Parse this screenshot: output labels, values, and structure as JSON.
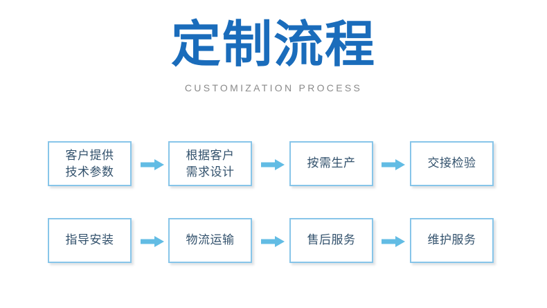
{
  "header": {
    "title": "定制流程",
    "subtitle": "CUSTOMIZATION PROCESS",
    "title_color": "#1a6cbb",
    "subtitle_color": "#8a8a8a"
  },
  "theme": {
    "background": "#ffffff",
    "box_border": "#87c5e9",
    "box_fill": "#ffffff",
    "box_text": "#32516c",
    "arrow_color": "#62bce4"
  },
  "flow": {
    "rows": [
      {
        "steps": [
          {
            "label": "客户提供\n技术参数",
            "lines": 2
          },
          {
            "label": "根据客户\n需求设计",
            "lines": 2
          },
          {
            "label": "按需生产",
            "lines": 1
          },
          {
            "label": "交接检验",
            "lines": 1
          }
        ],
        "arrows": [
          "arrow-right-icon",
          "arrow-right-icon",
          "arrow-right-icon"
        ]
      },
      {
        "steps": [
          {
            "label": "指导安装",
            "lines": 1
          },
          {
            "label": "物流运输",
            "lines": 1
          },
          {
            "label": "售后服务",
            "lines": 1
          },
          {
            "label": "维护服务",
            "lines": 1
          }
        ],
        "arrows": [
          "arrow-right-icon",
          "arrow-right-icon",
          "arrow-right-icon"
        ]
      }
    ]
  }
}
